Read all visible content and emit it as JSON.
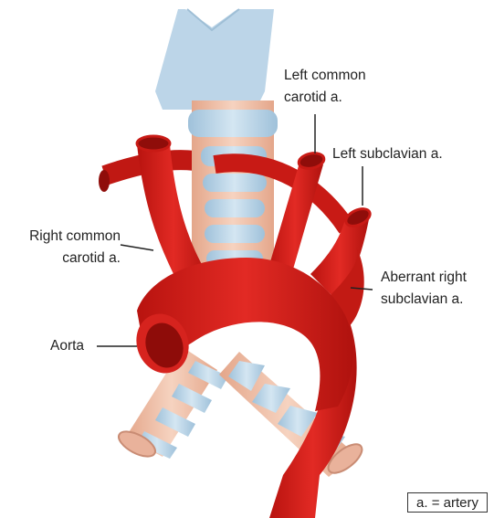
{
  "labels": {
    "left_common_carotid_1": "Left common",
    "left_common_carotid_2": "carotid a.",
    "left_subclavian": "Left subclavian a.",
    "right_common_carotid_1": "Right common",
    "right_common_carotid_2": "carotid a.",
    "aberrant_right_subclavian_1": "Aberrant right",
    "aberrant_right_subclavian_2": "subclavian a.",
    "aorta": "Aorta"
  },
  "legend": "a. = artery",
  "colors": {
    "artery": "#d9231f",
    "artery_dark": "#a8100e",
    "cartilage": "#b8d3e6",
    "trachea_soft": "#efc2aa",
    "line": "#222222"
  }
}
